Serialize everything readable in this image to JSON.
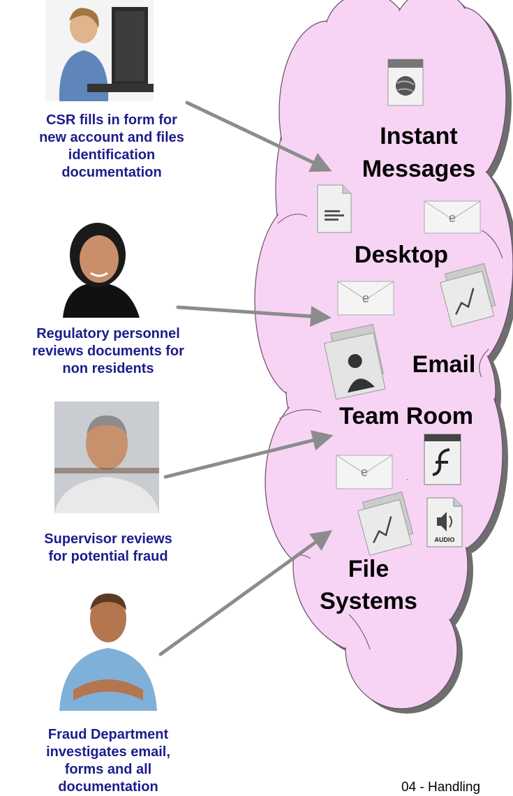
{
  "people": [
    {
      "id": "csr",
      "icon": "woman-at-computer-photo",
      "caption_lines": [
        "CSR fills in form for",
        "new account and files",
        "identification",
        "documentation"
      ]
    },
    {
      "id": "regulatory",
      "icon": "woman-portrait-photo",
      "caption_lines": [
        "Regulatory personnel",
        "reviews documents for",
        "non residents"
      ]
    },
    {
      "id": "supervisor",
      "icon": "older-man-portrait-photo",
      "caption_lines": [
        "Supervisor reviews",
        "for potential fraud"
      ]
    },
    {
      "id": "fraud",
      "icon": "man-arms-crossed-photo",
      "caption_lines": [
        "Fraud Department",
        "investigates email,",
        "forms and all",
        "documentation"
      ]
    }
  ],
  "cloud": {
    "fill_color": "#f7d4f4",
    "shadow_color": "#6e6e6e",
    "labels": {
      "instant_messages": [
        "Instant",
        "Messages"
      ],
      "desktop": "Desktop",
      "email": "Email",
      "team_room": "Team Room",
      "file_systems": [
        "File",
        "Systems"
      ]
    },
    "icons": [
      "web-page-icon",
      "document-icon",
      "email-icon",
      "email-icon",
      "chart-file-icon",
      "photo-folder-icon",
      "email-icon",
      "flash-file-icon",
      "chart-file-icon",
      "audio-file-icon"
    ],
    "audio_icon_text": "AUDIO",
    "email_icon_text": "e"
  },
  "arrow_color": "#8c8c8c",
  "footer": "04 - Handling"
}
